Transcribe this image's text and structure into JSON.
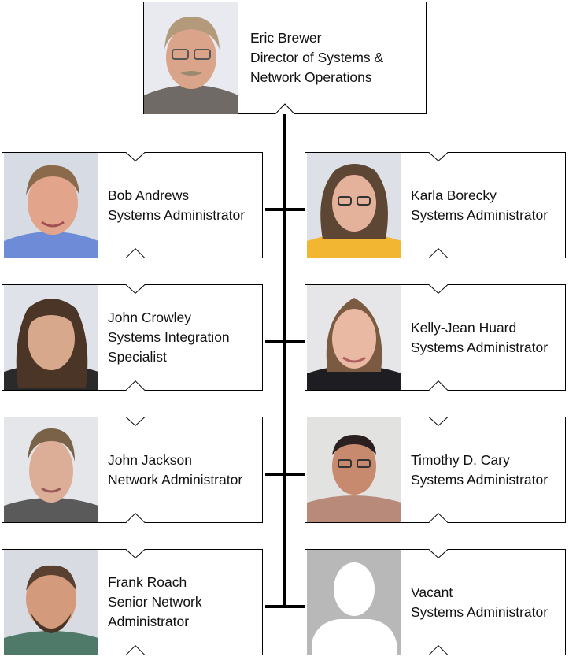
{
  "director": {
    "name": "Eric Brewer",
    "title_lines": [
      "Director of Systems &",
      "Network Operations"
    ]
  },
  "left_column": [
    {
      "name": "Bob Andrews",
      "title_lines": [
        "Systems Administrator"
      ]
    },
    {
      "name": "John Crowley",
      "title_lines": [
        "Systems Integration",
        "Specialist"
      ]
    },
    {
      "name": "John Jackson",
      "title_lines": [
        "Network Administrator"
      ]
    },
    {
      "name": "Frank Roach",
      "title_lines": [
        "Senior Network",
        "Administrator"
      ]
    }
  ],
  "right_column": [
    {
      "name": "Karla Borecky",
      "title_lines": [
        "Systems Administrator"
      ]
    },
    {
      "name": "Kelly-Jean Huard",
      "title_lines": [
        "Systems Administrator"
      ]
    },
    {
      "name": "Timothy D. Cary",
      "title_lines": [
        "Systems Administrator"
      ]
    },
    {
      "name": "Vacant",
      "title_lines": [
        "Systems Administrator"
      ]
    }
  ],
  "colors": {
    "line": "#000000",
    "frame": "#000000",
    "placeholder_bg": "#b8b8b8",
    "placeholder_figure": "#ffffff"
  }
}
